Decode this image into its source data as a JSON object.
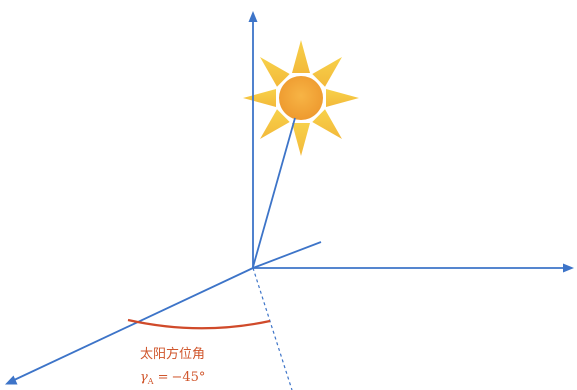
{
  "angle_label": {
    "title": "太阳方位角",
    "symbol": "γ",
    "subscript": "A",
    "equals": "=",
    "value": "−45°"
  },
  "colors": {
    "axis": "#3d74c8",
    "sun_core": "#f2a13a",
    "sun_ray": "#f4c23e",
    "arc": "#d04a2a",
    "label": "#d0562c"
  },
  "azimuth_deg": -45
}
